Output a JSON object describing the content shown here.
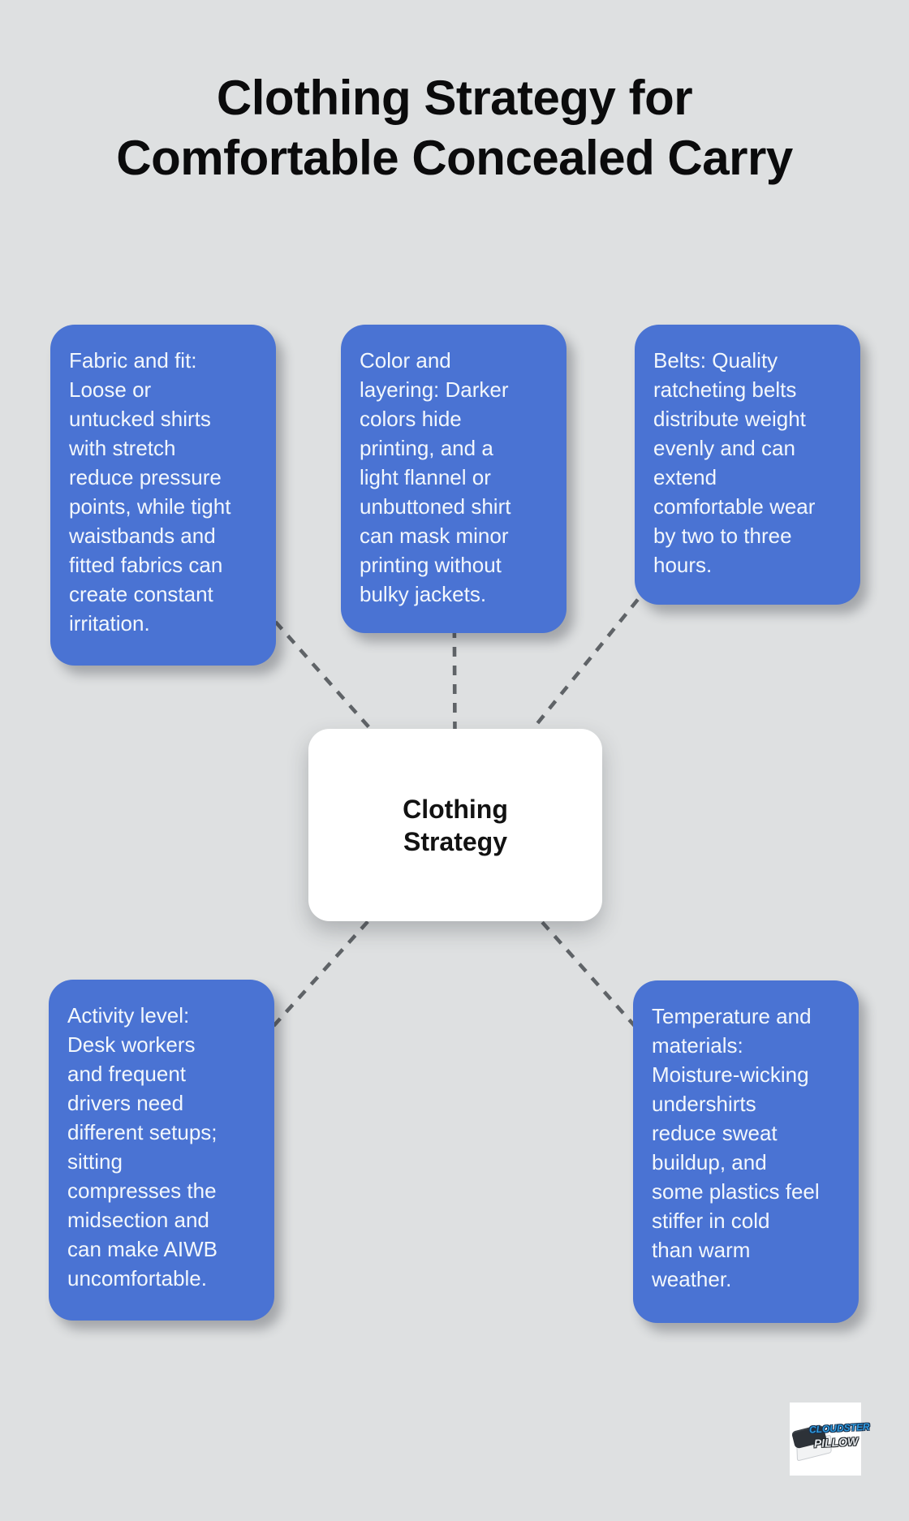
{
  "title": {
    "text": "Clothing Strategy for\nComfortable Concealed Carry"
  },
  "diagram": {
    "center_node": {
      "label": "Clothing\nStrategy",
      "background": "#ffffff",
      "text_color": "#121212"
    },
    "node_background": "#4a73d3",
    "node_text_color": "#f2f7fc",
    "connector_color": "#5f6367",
    "background_color": "#dee0e1",
    "nodes": [
      {
        "id": "fabric-and-fit",
        "text": "Fabric and fit:\nLoose or\nuntucked shirts\nwith stretch\nreduce pressure\npoints, while tight\nwaistbands and\nfitted fabrics can\ncreate constant\nirritation."
      },
      {
        "id": "color-and-layering",
        "text": "Color and\nlayering: Darker\ncolors hide\nprinting, and a\nlight flannel or\nunbuttoned shirt\ncan mask minor\nprinting without\nbulky jackets."
      },
      {
        "id": "belts",
        "text": "Belts: Quality\nratcheting belts\ndistribute weight\nevenly and can\nextend\ncomfortable wear\nby two to three\nhours."
      },
      {
        "id": "activity-level",
        "text": "Activity level:\nDesk workers\nand frequent\ndrivers need\ndifferent setups;\nsitting\ncompresses the\nmidsection and\ncan make AIWB\nuncomfortable."
      },
      {
        "id": "temperature-and-materials",
        "text": "Temperature and\nmaterials:\nMoisture-wicking\nundershirts\nreduce sweat\nbuildup, and\nsome plastics feel\nstiffer in cold\nthan warm\nweather."
      }
    ]
  },
  "logo": {
    "line1": "CLOUDSTER",
    "line2": "PILLOW"
  }
}
